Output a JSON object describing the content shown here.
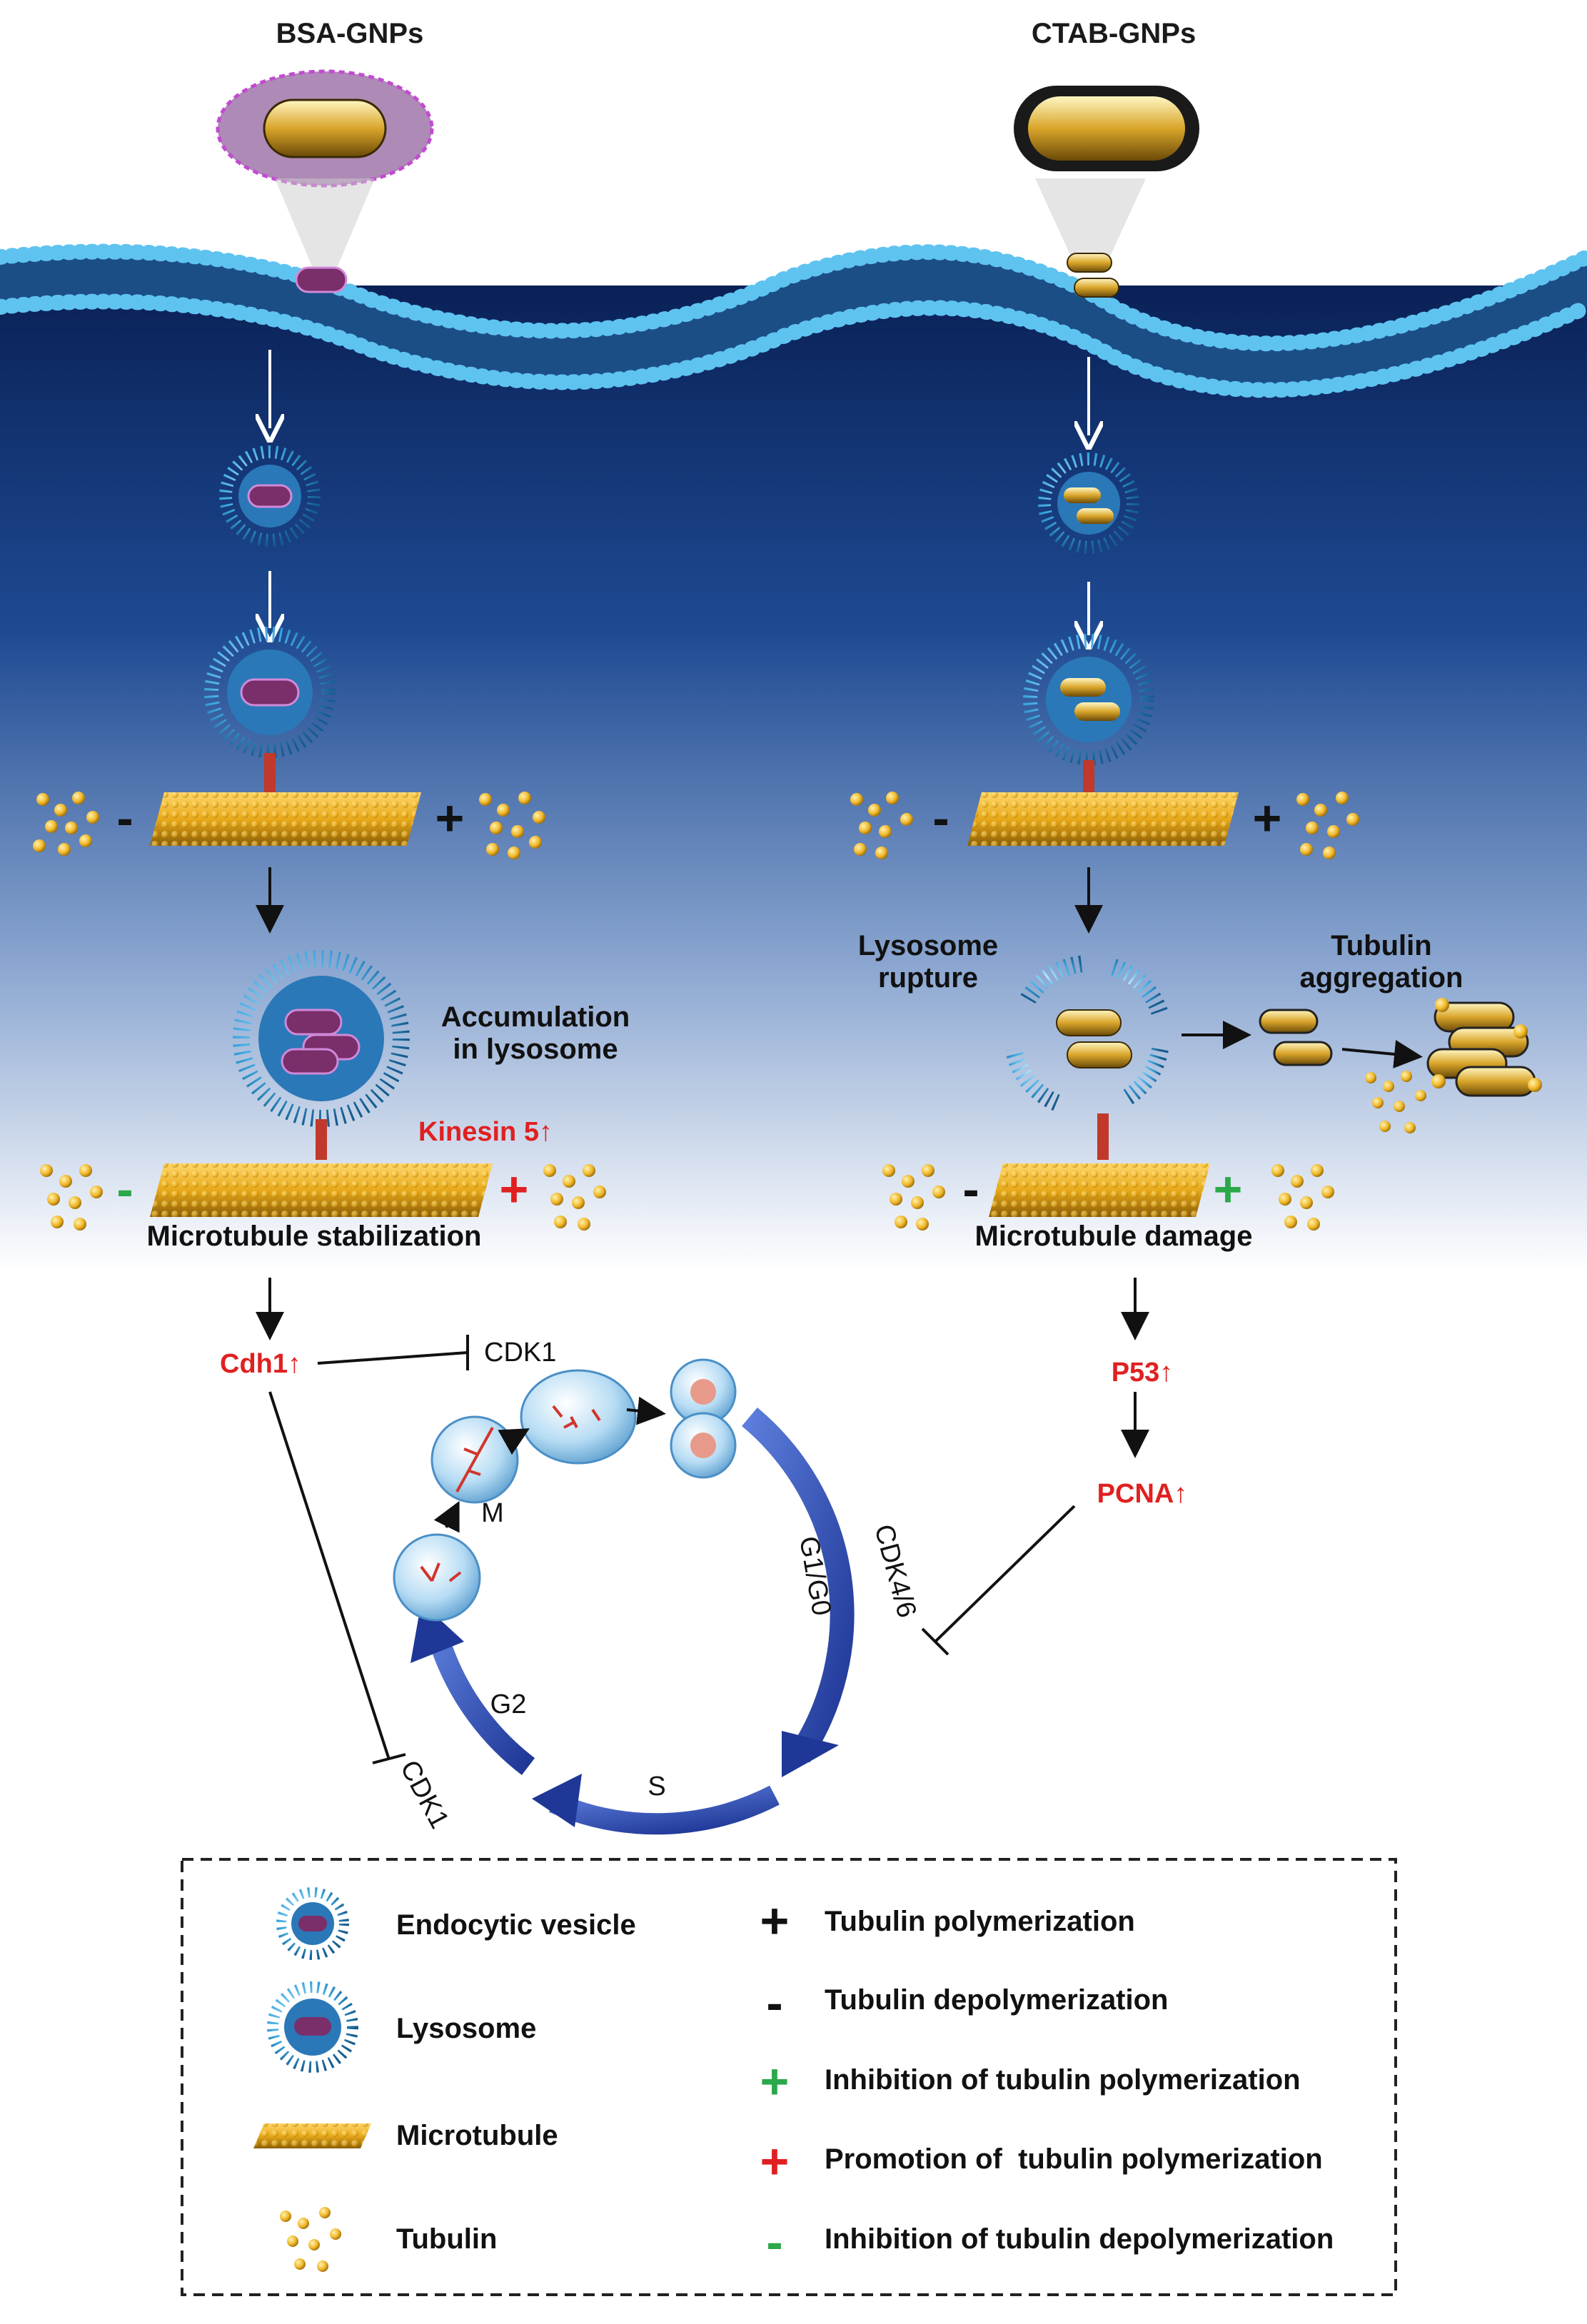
{
  "colors": {
    "membrane_blue": "#3aa6de",
    "cytoplasm_top": "#0d2a63",
    "cytoplasm_mid": "#3d6fb0",
    "microtubule": "#e8a91a",
    "tubulin": "#f1b82a",
    "red_label": "#e02020",
    "green_symbol": "#2aa84a",
    "cycle_arrow": "#2f4fb5",
    "vesicle_core": "#7a2e6a"
  },
  "headers": {
    "left": "BSA-GNPs",
    "right": "CTAB-GNPs"
  },
  "left_path": {
    "accumulation": [
      "Accumulation",
      "in lysosome"
    ],
    "kinesin": "Kinesin 5↑",
    "stabilization": "Microtubule stabilization",
    "cdh1": "Cdh1↑",
    "cdk1_top": "CDK1",
    "cdk1_bottom": "CDK1",
    "minus": "-",
    "plus": "+"
  },
  "right_path": {
    "rupture": [
      "Lysosome",
      "rupture"
    ],
    "aggregation": [
      "Tubulin",
      "aggregation"
    ],
    "damage": "Microtubule damage",
    "p53": "P53↑",
    "pcna": "PCNA↑",
    "cdk46": "CDK4/6",
    "minus": "-",
    "plus": "+"
  },
  "cell_cycle": {
    "phases": [
      "M",
      "G1/G0",
      "S",
      "G2"
    ]
  },
  "legend": {
    "left": [
      {
        "icon": "endocytic-vesicle-icon",
        "label": "Endocytic vesicle"
      },
      {
        "icon": "lysosome-icon",
        "label": "Lysosome"
      },
      {
        "icon": "microtubule-icon",
        "label": "Microtubule"
      },
      {
        "icon": "tubulin-icon",
        "label": "Tubulin"
      }
    ],
    "right": [
      {
        "symbol": "+",
        "color": "#111111",
        "label": "Tubulin polymerization"
      },
      {
        "symbol": "-",
        "color": "#111111",
        "label": "Tubulin depolymerization"
      },
      {
        "symbol": "+",
        "color": "#2aa84a",
        "label": "Inhibition of tubulin polymerization"
      },
      {
        "symbol": "+",
        "color": "#e02020",
        "label": "Promotion of  tubulin polymerization"
      },
      {
        "symbol": "-",
        "color": "#2aa84a",
        "label": "Inhibition of tubulin depolymerization"
      }
    ]
  }
}
